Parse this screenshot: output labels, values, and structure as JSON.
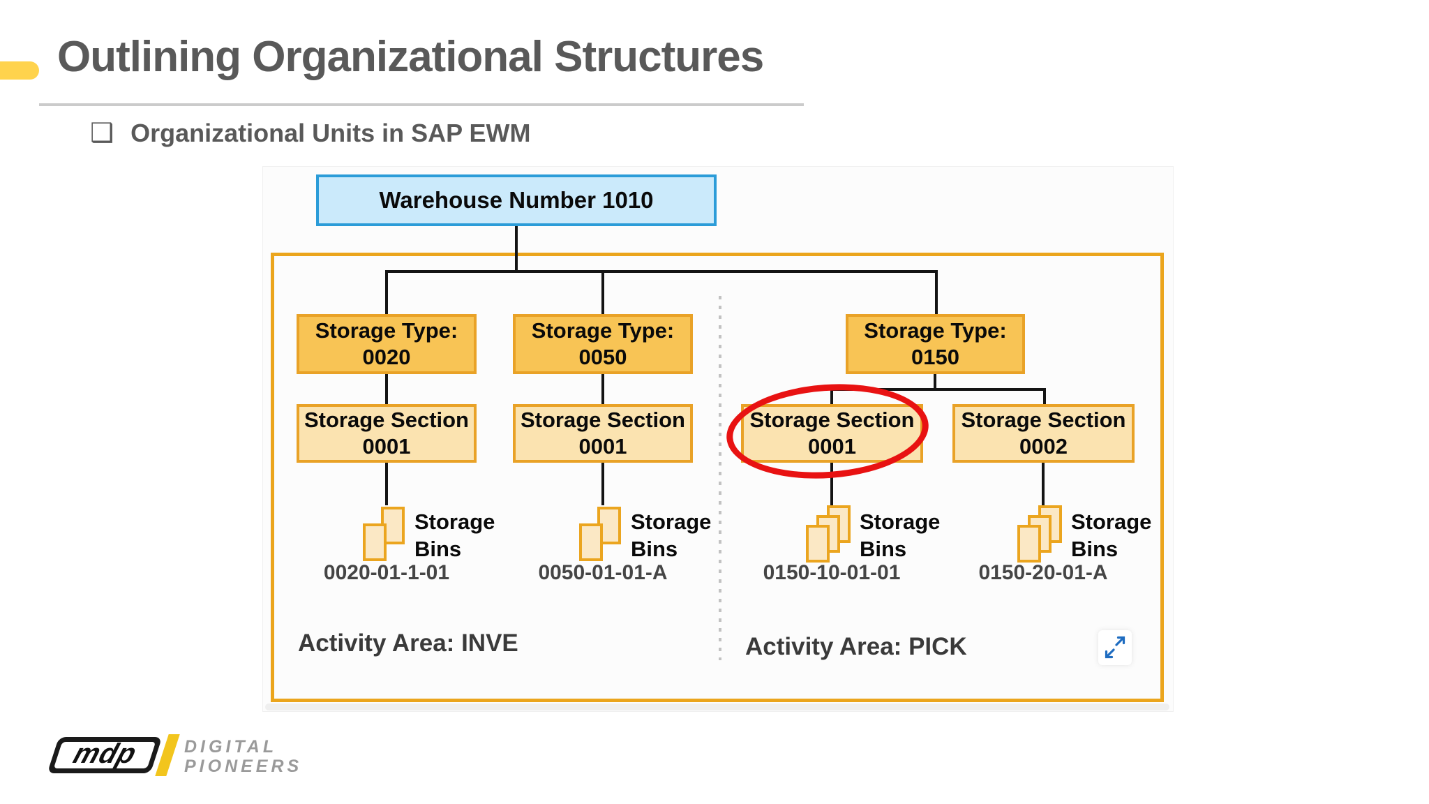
{
  "slide": {
    "title": "Outlining Organizational Structures",
    "bullet_glyph": "❑",
    "bullet": "Organizational Units in SAP EWM"
  },
  "diagram": {
    "warehouse": {
      "label": "Warehouse Number 1010"
    },
    "storage_types": [
      {
        "title": "Storage Type:",
        "code": "0020"
      },
      {
        "title": "Storage Type:",
        "code": "0050"
      },
      {
        "title": "Storage Type:",
        "code": "0150"
      }
    ],
    "storage_sections": [
      {
        "title": "Storage Section",
        "code": "0001",
        "highlighted": false
      },
      {
        "title": "Storage Section",
        "code": "0001",
        "highlighted": false
      },
      {
        "title": "Storage Section",
        "code": "0001",
        "highlighted": true
      },
      {
        "title": "Storage Section",
        "code": "0002",
        "highlighted": false
      }
    ],
    "bins": [
      {
        "label_line1": "Storage",
        "label_line2": "Bins",
        "code": "0020-01-1-01",
        "pages": 2
      },
      {
        "label_line1": "Storage",
        "label_line2": "Bins",
        "code": "0050-01-01-A",
        "pages": 2
      },
      {
        "label_line1": "Storage",
        "label_line2": "Bins",
        "code": "0150-10-01-01",
        "pages": 3
      },
      {
        "label_line1": "Storage",
        "label_line2": "Bins",
        "code": "0150-20-01-A",
        "pages": 3
      }
    ],
    "activity_areas": [
      {
        "label": "Activity Area: INVE"
      },
      {
        "label": "Activity Area: PICK"
      }
    ],
    "colors": {
      "accent_yellow": "#FFD34D",
      "warehouse_fill": "#CBEAFB",
      "warehouse_border": "#2B9CD8",
      "type_fill": "#F8C455",
      "section_fill": "#FBE3B0",
      "amber_border": "#E9A227",
      "frame_border": "#EBA51D",
      "highlight_red": "#E81212",
      "connector_black": "#141414",
      "arrow_blue": "#1E6CC0",
      "heading_gray": "#595959"
    }
  },
  "logo": {
    "mark": "mdp",
    "line1": "DIGITAL",
    "line2": "PIONEERS"
  }
}
